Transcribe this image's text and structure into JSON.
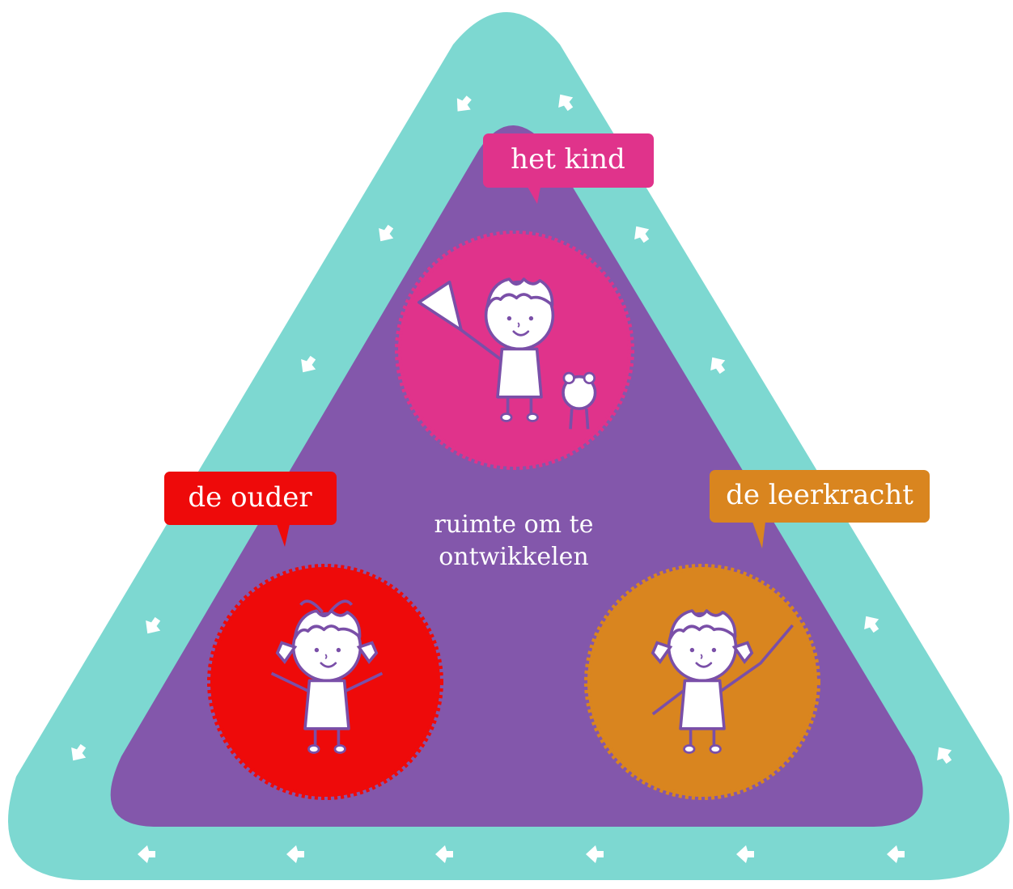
{
  "colors": {
    "outer_triangle": "#7dd8d1",
    "inner_triangle": "#8357ab",
    "kind": "#e0338b",
    "ouder": "#ee0a0a",
    "leerkracht": "#d9851f",
    "arrow": "#ffffff",
    "line_art": "#7a4fa8"
  },
  "labels": {
    "kind": "het kind",
    "ouder": "de ouder",
    "leerkracht": "de leerkracht"
  },
  "center": {
    "line1": "ruimte om te",
    "line2": "ontwikkelen"
  },
  "icons": {
    "kind": "child-with-net-and-teddy-icon",
    "ouder": "girl-waving-icon",
    "leerkracht": "girl-with-pointer-icon",
    "flow": "arrow-icon"
  }
}
